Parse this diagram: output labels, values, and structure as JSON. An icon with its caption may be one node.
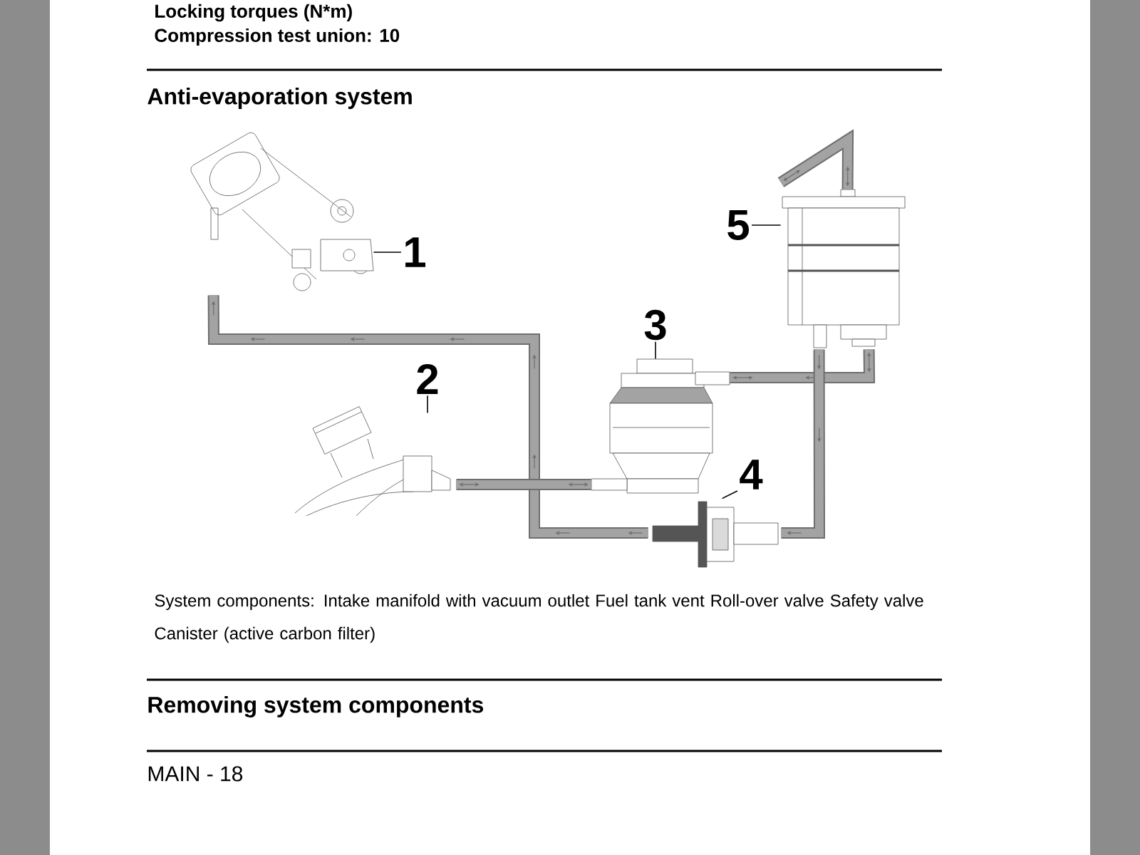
{
  "diagram": {
    "title": "Anti-evaporation system",
    "nodes": [
      {
        "text": [
          "1"
        ]
      },
      {
        "text": [
          "2"
        ]
      },
      {
        "text": [
          "3"
        ]
      },
      {
        "text": [
          "4"
        ]
      },
      {
        "text": [
          "5"
        ]
      },
      {
        "text": [],
        "shape": "picture"
      },
      {
        "text": [],
        "shape": "picture"
      },
      {
        "text": [],
        "shape": "picture"
      },
      {
        "text": [],
        "shape": "picture"
      },
      {
        "text": [],
        "shape": "picture"
      }
    ],
    "edges": [
      {
        "from": 0,
        "to": 5,
        "arrow": "none"
      },
      {
        "from": 1,
        "to": 6,
        "arrow": "none"
      },
      {
        "from": 2,
        "to": 7,
        "arrow": "none"
      },
      {
        "from": 3,
        "to": 8,
        "arrow": "none"
      },
      {
        "from": 4,
        "to": 9,
        "arrow": "none"
      },
      {
        "from": 8,
        "to": 5,
        "arrow": "to",
        "style": "thick",
        "color": "#6e6e6e"
      },
      {
        "from": 6,
        "to": 7,
        "arrow": "both",
        "style": "thick",
        "color": "#6e6e6e"
      },
      {
        "from": 7,
        "to": 9,
        "arrow": "both",
        "style": "thick",
        "color": "#6e6e6e"
      },
      {
        "from": 9,
        "to": 8,
        "arrow": "to",
        "style": "thick",
        "color": "#6e6e6e"
      },
      {
        "from": 9,
        "to": null,
        "arrow": "both",
        "style": "thick",
        "color": "#6e6e6e"
      }
    ],
    "labels": [
      "Locking torques (N*m)",
      "Compression test union: 10",
      "System components: Intake manifold with vacuum outlet Fuel tank vent Roll-over valve Safety valve Canister (active carbon filter)",
      "Removing system components",
      "MAIN - 18"
    ]
  }
}
